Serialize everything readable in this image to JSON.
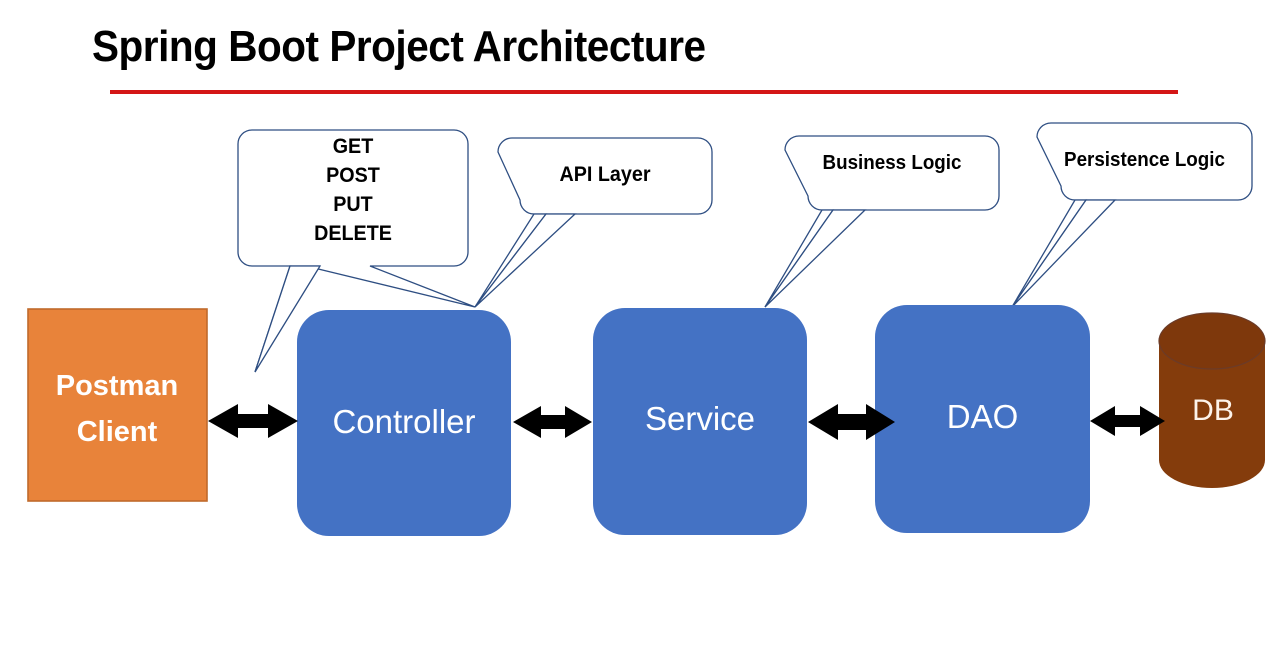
{
  "slide": {
    "title": "Spring Boot Project Architecture",
    "accent_rule_color": "#D41616",
    "background_color": "#FFFFFF"
  },
  "palette": {
    "client_fill": "#E8833A",
    "client_border": "#C06A2C",
    "layer_fill": "#4472C4",
    "db_fill": "#843C0C",
    "db_top_fill": "#7A3A0E",
    "callout_border": "#2E4E82",
    "callout_fill": "#FFFFFF",
    "arrow_color": "#000000",
    "label_text": "#FFFFFF"
  },
  "callouts": [
    {
      "id": "http-methods",
      "name": "http-methods-callout",
      "lines": [
        "GET",
        "POST",
        "PUT",
        "DELETE"
      ],
      "points_to": "postman-client"
    },
    {
      "id": "api-layer",
      "name": "api-layer-callout",
      "text": "API Layer",
      "points_to": "controller"
    },
    {
      "id": "business-logic",
      "name": "business-logic-callout",
      "text": "Business Logic",
      "points_to": "service"
    },
    {
      "id": "persistence-logic",
      "name": "persistence-logic-callout",
      "text": "Persistence Logic",
      "points_to": "dao"
    }
  ],
  "nodes": [
    {
      "id": "postman-client",
      "shape": "rectangle",
      "label": "Postman Client",
      "label_lines": [
        "Postman",
        "Client"
      ],
      "fill": "#E8833A"
    },
    {
      "id": "controller",
      "shape": "rounded-rectangle",
      "label": "Controller",
      "fill": "#4472C4"
    },
    {
      "id": "service",
      "shape": "rounded-rectangle",
      "label": "Service",
      "fill": "#4472C4"
    },
    {
      "id": "dao",
      "shape": "rounded-rectangle",
      "label": "DAO",
      "fill": "#4472C4"
    },
    {
      "id": "db",
      "shape": "cylinder",
      "label": "DB",
      "fill": "#843C0C"
    }
  ],
  "connectors": [
    {
      "id": "conn-client-controller",
      "from": "postman-client",
      "to": "controller",
      "style": "double-arrow"
    },
    {
      "id": "conn-controller-service",
      "from": "controller",
      "to": "service",
      "style": "double-arrow"
    },
    {
      "id": "conn-service-dao",
      "from": "service",
      "to": "dao",
      "style": "double-arrow"
    },
    {
      "id": "conn-dao-db",
      "from": "dao",
      "to": "db",
      "style": "double-arrow"
    }
  ]
}
